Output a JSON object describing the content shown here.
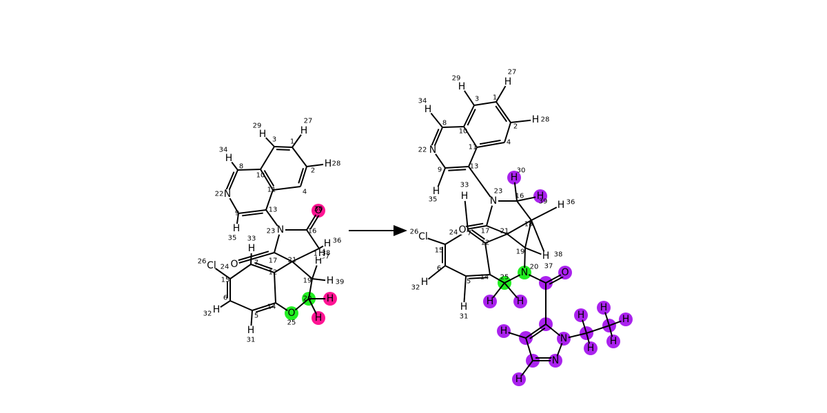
{
  "colors": {
    "reactant_highlight": "#ff1493",
    "match_highlight": "#22ee22",
    "added_highlight": "#aa22ee",
    "bond": "#000000",
    "text": "#000000"
  },
  "left": {
    "atoms": [
      {
        "id": "L1",
        "el": "",
        "num": "1"
      },
      {
        "id": "L2",
        "el": "",
        "num": "2"
      },
      {
        "id": "L3",
        "el": "",
        "num": "3"
      },
      {
        "id": "L4",
        "el": "",
        "num": "4"
      },
      {
        "id": "L5",
        "el": "",
        "num": "5"
      },
      {
        "id": "L6",
        "el": "",
        "num": "6"
      },
      {
        "id": "L7",
        "el": "",
        "num": "7"
      },
      {
        "id": "L8",
        "el": "",
        "num": "8"
      },
      {
        "id": "L9",
        "el": "",
        "num": "9"
      },
      {
        "id": "L10",
        "el": "",
        "num": "10"
      },
      {
        "id": "L11",
        "el": "",
        "num": "11"
      },
      {
        "id": "L12",
        "el": "",
        "num": "12"
      },
      {
        "id": "L13",
        "el": "",
        "num": "13"
      },
      {
        "id": "L14",
        "el": "",
        "num": "14"
      },
      {
        "id": "L15",
        "el": "",
        "num": "15"
      },
      {
        "id": "L16",
        "el": "",
        "num": "16"
      },
      {
        "id": "L17",
        "el": "",
        "num": "17"
      },
      {
        "id": "L18",
        "el": "",
        "num": "18"
      },
      {
        "id": "L19",
        "el": "",
        "num": "19"
      },
      {
        "id": "L20",
        "el": "",
        "num": "20",
        "hl": "match"
      },
      {
        "id": "L21",
        "el": "",
        "num": "21"
      },
      {
        "id": "L22",
        "el": "N",
        "num": "22"
      },
      {
        "id": "L23",
        "el": "N",
        "num": "23"
      },
      {
        "id": "L24",
        "el": "O",
        "num": "24"
      },
      {
        "id": "L25",
        "el": "O",
        "num": "25",
        "hl": "match"
      },
      {
        "id": "L26",
        "el": "Cl",
        "num": "26"
      },
      {
        "id": "L27",
        "el": "H",
        "num": "27"
      },
      {
        "id": "L28",
        "el": "H",
        "num": "28"
      },
      {
        "id": "L29",
        "el": "H",
        "num": "29"
      },
      {
        "id": "L30",
        "el": "O",
        "num": "30",
        "hl": "reactant"
      },
      {
        "id": "L31",
        "el": "H",
        "num": "31"
      },
      {
        "id": "L32",
        "el": "H",
        "num": "32"
      },
      {
        "id": "L33",
        "el": "H",
        "num": "33"
      },
      {
        "id": "L34",
        "el": "H",
        "num": "34"
      },
      {
        "id": "L35",
        "el": "H",
        "num": "35"
      },
      {
        "id": "L36",
        "el": "H",
        "num": "36"
      },
      {
        "id": "L37",
        "el": "H",
        "num": "37"
      },
      {
        "id": "L38",
        "el": "H",
        "num": "38"
      },
      {
        "id": "L39",
        "el": "H",
        "num": "39"
      },
      {
        "id": "LHa",
        "el": "H",
        "num": "",
        "hl": "reactant"
      },
      {
        "id": "LHb",
        "el": "H",
        "num": "",
        "hl": "reactant"
      }
    ],
    "bonds": [
      [
        "L1",
        "L2",
        1
      ],
      [
        "L2",
        "L4",
        2
      ],
      [
        "L4",
        "L11",
        1
      ],
      [
        "L11",
        "L10",
        2
      ],
      [
        "L10",
        "L3",
        1
      ],
      [
        "L3",
        "L1",
        2
      ],
      [
        "L10",
        "L8",
        1
      ],
      [
        "L8",
        "L22",
        2
      ],
      [
        "L22",
        "L9",
        1
      ],
      [
        "L9",
        "L13",
        2
      ],
      [
        "L13",
        "L11",
        1
      ],
      [
        "L13",
        "L23",
        1
      ],
      [
        "L23",
        "L16",
        1
      ],
      [
        "L16",
        "L30",
        2
      ],
      [
        "L16",
        "L18",
        1
      ],
      [
        "L18",
        "L21",
        1
      ],
      [
        "L21",
        "L17",
        1
      ],
      [
        "L17",
        "L23",
        1
      ],
      [
        "L17",
        "L24",
        2
      ],
      [
        "L21",
        "L12",
        1
      ],
      [
        "L12",
        "L7",
        2
      ],
      [
        "L7",
        "L15",
        1
      ],
      [
        "L15",
        "L6",
        2
      ],
      [
        "L6",
        "L5",
        1
      ],
      [
        "L5",
        "L14",
        2
      ],
      [
        "L14",
        "L12",
        1
      ],
      [
        "L14",
        "L25",
        1
      ],
      [
        "L25",
        "L20",
        1
      ],
      [
        "L20",
        "L19",
        1
      ],
      [
        "L19",
        "L21",
        1
      ],
      [
        "L15",
        "L26",
        1
      ],
      [
        "L1",
        "L27",
        1
      ],
      [
        "L2",
        "L28",
        1
      ],
      [
        "L3",
        "L29",
        1
      ],
      [
        "L8",
        "L34",
        1
      ],
      [
        "L9",
        "L35",
        1
      ],
      [
        "L5",
        "L31",
        1
      ],
      [
        "L6",
        "L32",
        1
      ],
      [
        "L7",
        "L33",
        1
      ],
      [
        "L18",
        "L36",
        1
      ],
      [
        "L18",
        "L38",
        1
      ],
      [
        "L19",
        "L37",
        1
      ],
      [
        "L19",
        "L39",
        1
      ],
      [
        "L20",
        "LHa",
        1
      ],
      [
        "L20",
        "LHb",
        1
      ]
    ]
  },
  "right": {
    "atoms": [
      {
        "id": "R1",
        "el": "",
        "num": "1"
      },
      {
        "id": "R2",
        "el": "",
        "num": "2"
      },
      {
        "id": "R3",
        "el": "",
        "num": "3"
      },
      {
        "id": "R4",
        "el": "",
        "num": "4"
      },
      {
        "id": "R5",
        "el": "",
        "num": "5"
      },
      {
        "id": "R6",
        "el": "",
        "num": "6"
      },
      {
        "id": "R7",
        "el": "",
        "num": "7"
      },
      {
        "id": "R8",
        "el": "",
        "num": "8"
      },
      {
        "id": "R9",
        "el": "",
        "num": "9"
      },
      {
        "id": "R10",
        "el": "",
        "num": "10"
      },
      {
        "id": "R11",
        "el": "",
        "num": "11"
      },
      {
        "id": "R12",
        "el": "",
        "num": "12"
      },
      {
        "id": "R13",
        "el": "",
        "num": "13"
      },
      {
        "id": "R14",
        "el": "",
        "num": "14"
      },
      {
        "id": "R15",
        "el": "",
        "num": "15"
      },
      {
        "id": "R16",
        "el": "",
        "num": "16"
      },
      {
        "id": "R17",
        "el": "",
        "num": "17"
      },
      {
        "id": "R18",
        "el": "",
        "num": "18"
      },
      {
        "id": "R19",
        "el": "",
        "num": "19"
      },
      {
        "id": "R20",
        "el": "N",
        "num": "20",
        "hl": "match"
      },
      {
        "id": "R21",
        "el": "",
        "num": "21"
      },
      {
        "id": "R22",
        "el": "N",
        "num": "22"
      },
      {
        "id": "R23",
        "el": "N",
        "num": "23"
      },
      {
        "id": "R24",
        "el": "O",
        "num": "24"
      },
      {
        "id": "R25",
        "el": "",
        "num": "25",
        "hl": "match"
      },
      {
        "id": "R26",
        "el": "Cl",
        "num": "26"
      },
      {
        "id": "R27",
        "el": "H",
        "num": "27"
      },
      {
        "id": "R28",
        "el": "H",
        "num": "28"
      },
      {
        "id": "R29",
        "el": "H",
        "num": "29"
      },
      {
        "id": "R30",
        "el": "H",
        "num": "30",
        "hl": "added"
      },
      {
        "id": "R31",
        "el": "H",
        "num": "31"
      },
      {
        "id": "R32",
        "el": "H",
        "num": "32"
      },
      {
        "id": "R33",
        "el": "H",
        "num": "33"
      },
      {
        "id": "R34",
        "el": "H",
        "num": "34"
      },
      {
        "id": "R35",
        "el": "H",
        "num": "35"
      },
      {
        "id": "R36",
        "el": "H",
        "num": "36"
      },
      {
        "id": "R37",
        "el": "H",
        "num": "37"
      },
      {
        "id": "R38",
        "el": "H",
        "num": "38"
      },
      {
        "id": "R39",
        "el": "H",
        "num": "39",
        "hl": "added"
      },
      {
        "id": "RH25a",
        "el": "H",
        "num": "",
        "hl": "added"
      },
      {
        "id": "RH25b",
        "el": "H",
        "num": "",
        "hl": "added"
      },
      {
        "id": "RCa",
        "el": "",
        "num": "",
        "hl": "added"
      },
      {
        "id": "ROa",
        "el": "O",
        "num": "",
        "hl": "added"
      },
      {
        "id": "RCb",
        "el": "",
        "num": "",
        "hl": "added"
      },
      {
        "id": "RCc",
        "el": "",
        "num": "",
        "hl": "added"
      },
      {
        "id": "RCd",
        "el": "",
        "num": "",
        "hl": "added"
      },
      {
        "id": "RNb",
        "el": "N",
        "num": "",
        "hl": "added"
      },
      {
        "id": "RNa",
        "el": "N",
        "num": "",
        "hl": "added"
      },
      {
        "id": "RHc",
        "el": "H",
        "num": "",
        "hl": "added"
      },
      {
        "id": "RHd",
        "el": "H",
        "num": "",
        "hl": "added"
      },
      {
        "id": "RCe",
        "el": "",
        "num": "",
        "hl": "added"
      },
      {
        "id": "RCf",
        "el": "",
        "num": "",
        "hl": "added"
      },
      {
        "id": "RHe1",
        "el": "H",
        "num": "",
        "hl": "added"
      },
      {
        "id": "RHe2",
        "el": "H",
        "num": "",
        "hl": "added"
      },
      {
        "id": "RHf1",
        "el": "H",
        "num": "",
        "hl": "added"
      },
      {
        "id": "RHf2",
        "el": "H",
        "num": "",
        "hl": "added"
      },
      {
        "id": "RHf3",
        "el": "H",
        "num": "",
        "hl": "added"
      }
    ],
    "bonds": [
      [
        "R1",
        "R2",
        2
      ],
      [
        "R2",
        "R4",
        1
      ],
      [
        "R4",
        "R11",
        2
      ],
      [
        "R11",
        "R10",
        1
      ],
      [
        "R10",
        "R3",
        2
      ],
      [
        "R3",
        "R1",
        1
      ],
      [
        "R10",
        "R8",
        1
      ],
      [
        "R8",
        "R22",
        2
      ],
      [
        "R22",
        "R9",
        1
      ],
      [
        "R9",
        "R13",
        2
      ],
      [
        "R13",
        "R11",
        1
      ],
      [
        "R13",
        "R23",
        1
      ],
      [
        "R23",
        "R16",
        1
      ],
      [
        "R23",
        "R17",
        1
      ],
      [
        "R17",
        "R24",
        2
      ],
      [
        "R17",
        "R21",
        1
      ],
      [
        "R16",
        "R18",
        1
      ],
      [
        "R18",
        "R21",
        1
      ],
      [
        "R18",
        "R19",
        1
      ],
      [
        "R19",
        "R21",
        1
      ],
      [
        "R21",
        "R12",
        1
      ],
      [
        "R12",
        "R7",
        2
      ],
      [
        "R7",
        "R15",
        1
      ],
      [
        "R15",
        "R6",
        2
      ],
      [
        "R6",
        "R5",
        1
      ],
      [
        "R5",
        "R14",
        2
      ],
      [
        "R14",
        "R12",
        1
      ],
      [
        "R14",
        "R25",
        1
      ],
      [
        "R25",
        "R20",
        1
      ],
      [
        "R20",
        "R19",
        1
      ],
      [
        "R15",
        "R26",
        1
      ],
      [
        "R1",
        "R27",
        1
      ],
      [
        "R2",
        "R28",
        1
      ],
      [
        "R3",
        "R29",
        1
      ],
      [
        "R8",
        "R34",
        1
      ],
      [
        "R9",
        "R35",
        1
      ],
      [
        "R5",
        "R31",
        1
      ],
      [
        "R6",
        "R32",
        1
      ],
      [
        "R7",
        "R33",
        1
      ],
      [
        "R16",
        "R30",
        1
      ],
      [
        "R16",
        "R39",
        1
      ],
      [
        "R18",
        "R36",
        1
      ],
      [
        "R18",
        "R38",
        1
      ],
      [
        "R19",
        "R37",
        1
      ],
      [
        "R25",
        "RH25a",
        1
      ],
      [
        "R25",
        "RH25b",
        1
      ],
      [
        "R20",
        "RCa",
        1
      ],
      [
        "RCa",
        "ROa",
        2
      ],
      [
        "RCa",
        "RCb",
        1
      ],
      [
        "RCb",
        "RNa",
        1
      ],
      [
        "RNa",
        "RNb",
        1
      ],
      [
        "RNb",
        "RCd",
        2
      ],
      [
        "RCd",
        "RCc",
        1
      ],
      [
        "RCc",
        "RCb",
        2
      ],
      [
        "RCc",
        "RHc",
        1
      ],
      [
        "RCd",
        "RHd",
        1
      ],
      [
        "RNa",
        "RCe",
        1
      ],
      [
        "RCe",
        "RHe1",
        1
      ],
      [
        "RCe",
        "RHe2",
        1
      ],
      [
        "RCe",
        "RCf",
        1
      ],
      [
        "RCf",
        "RHf1",
        1
      ],
      [
        "RCf",
        "RHf2",
        1
      ],
      [
        "RCf",
        "RHf3",
        1
      ]
    ]
  }
}
